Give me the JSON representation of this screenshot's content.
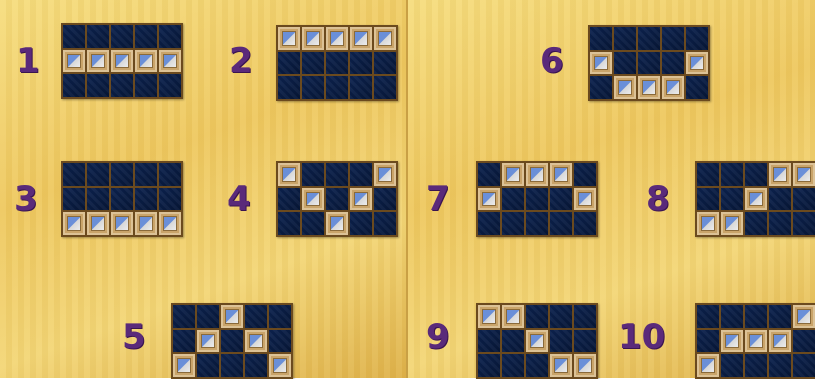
{
  "cols": 5,
  "rows": 3,
  "colors": {
    "background": "#f0cf66",
    "number": "#5a2a7a",
    "frame": "#6b4a1e",
    "cell_empty": "#0d2350",
    "cell_marked": "#6a8fd8"
  },
  "paylines": [
    {
      "number": "1",
      "rows": [
        1,
        1,
        1,
        1,
        1
      ]
    },
    {
      "number": "2",
      "rows": [
        0,
        0,
        0,
        0,
        0
      ]
    },
    {
      "number": "3",
      "rows": [
        2,
        2,
        2,
        2,
        2
      ]
    },
    {
      "number": "4",
      "rows": [
        0,
        1,
        2,
        1,
        0
      ]
    },
    {
      "number": "5",
      "rows": [
        2,
        1,
        0,
        1,
        2
      ]
    },
    {
      "number": "6",
      "rows": [
        1,
        2,
        2,
        2,
        1
      ]
    },
    {
      "number": "7",
      "rows": [
        1,
        0,
        0,
        0,
        1
      ]
    },
    {
      "number": "8",
      "rows": [
        2,
        2,
        1,
        0,
        0
      ]
    },
    {
      "number": "9",
      "rows": [
        0,
        0,
        1,
        2,
        2
      ]
    },
    {
      "number": "10",
      "rows": [
        2,
        1,
        1,
        1,
        0
      ]
    }
  ]
}
